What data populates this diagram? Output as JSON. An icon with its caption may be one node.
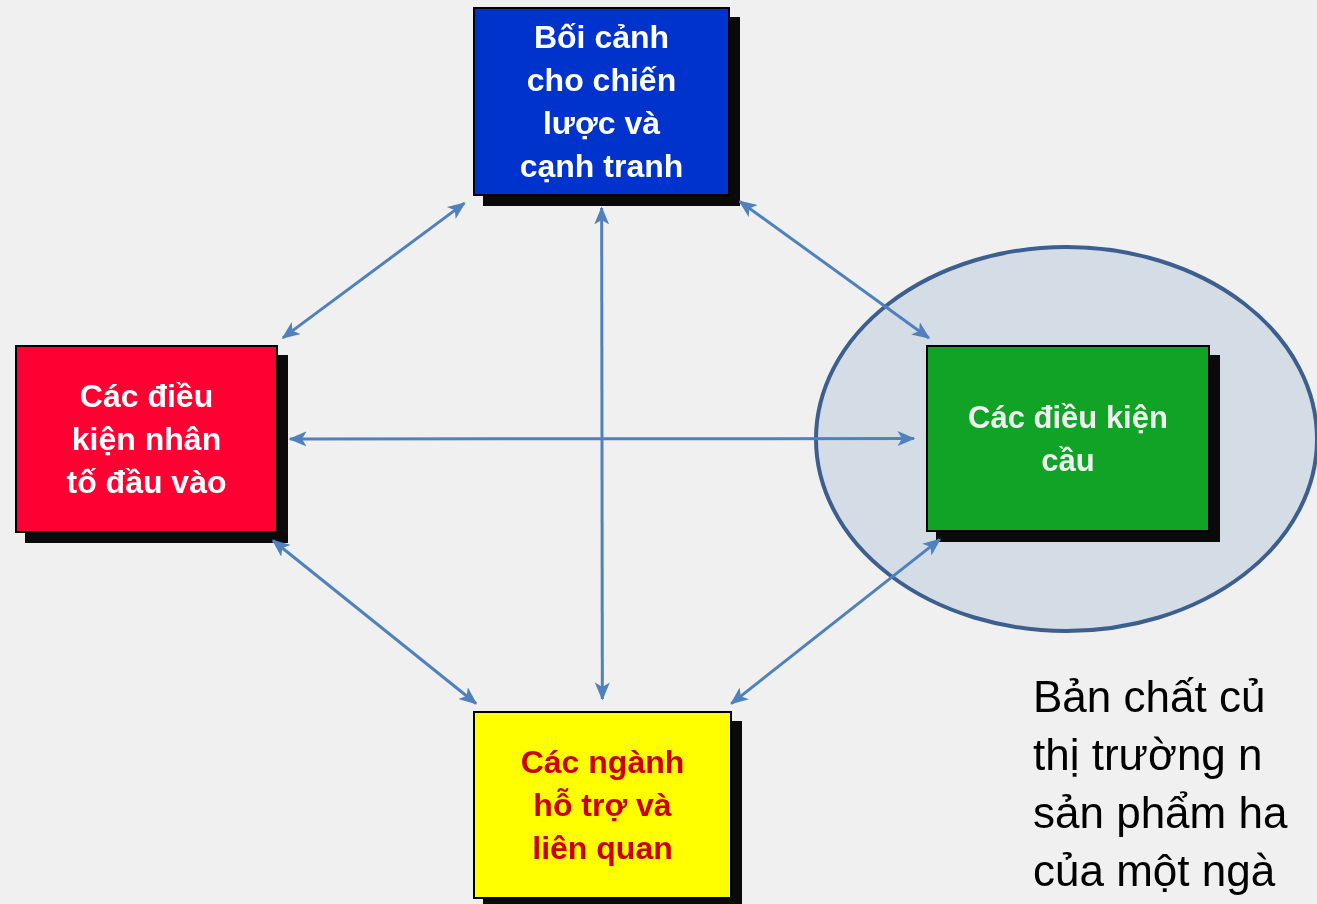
{
  "diagram": {
    "nodes": [
      {
        "text": [
          "Bối cảnh cho chiến lược và cạnh tranh"
        ]
      },
      {
        "text": [
          "Các điều kiện nhân tố đầu vào"
        ]
      },
      {
        "text": [],
        "shape": "circle"
      },
      {
        "text": [
          "Các điều kiện cầu"
        ],
        "in": 2
      },
      {
        "text": [
          "Các ngành hỗ trợ và liên quan"
        ]
      }
    ],
    "edges": [
      {
        "from": 0,
        "to": 1,
        "arrow": "both"
      },
      {
        "from": 0,
        "to": 3,
        "arrow": "both"
      },
      {
        "from": 0,
        "to": 4,
        "arrow": "both"
      },
      {
        "from": 1,
        "to": 3,
        "arrow": "both"
      },
      {
        "from": 1,
        "to": 4,
        "arrow": "both"
      },
      {
        "from": 3,
        "to": 4,
        "arrow": "both"
      }
    ],
    "labels": [
      "Bản chất củ",
      "thị trường n",
      "sản phẩm ha",
      "của một ngà"
    ]
  }
}
